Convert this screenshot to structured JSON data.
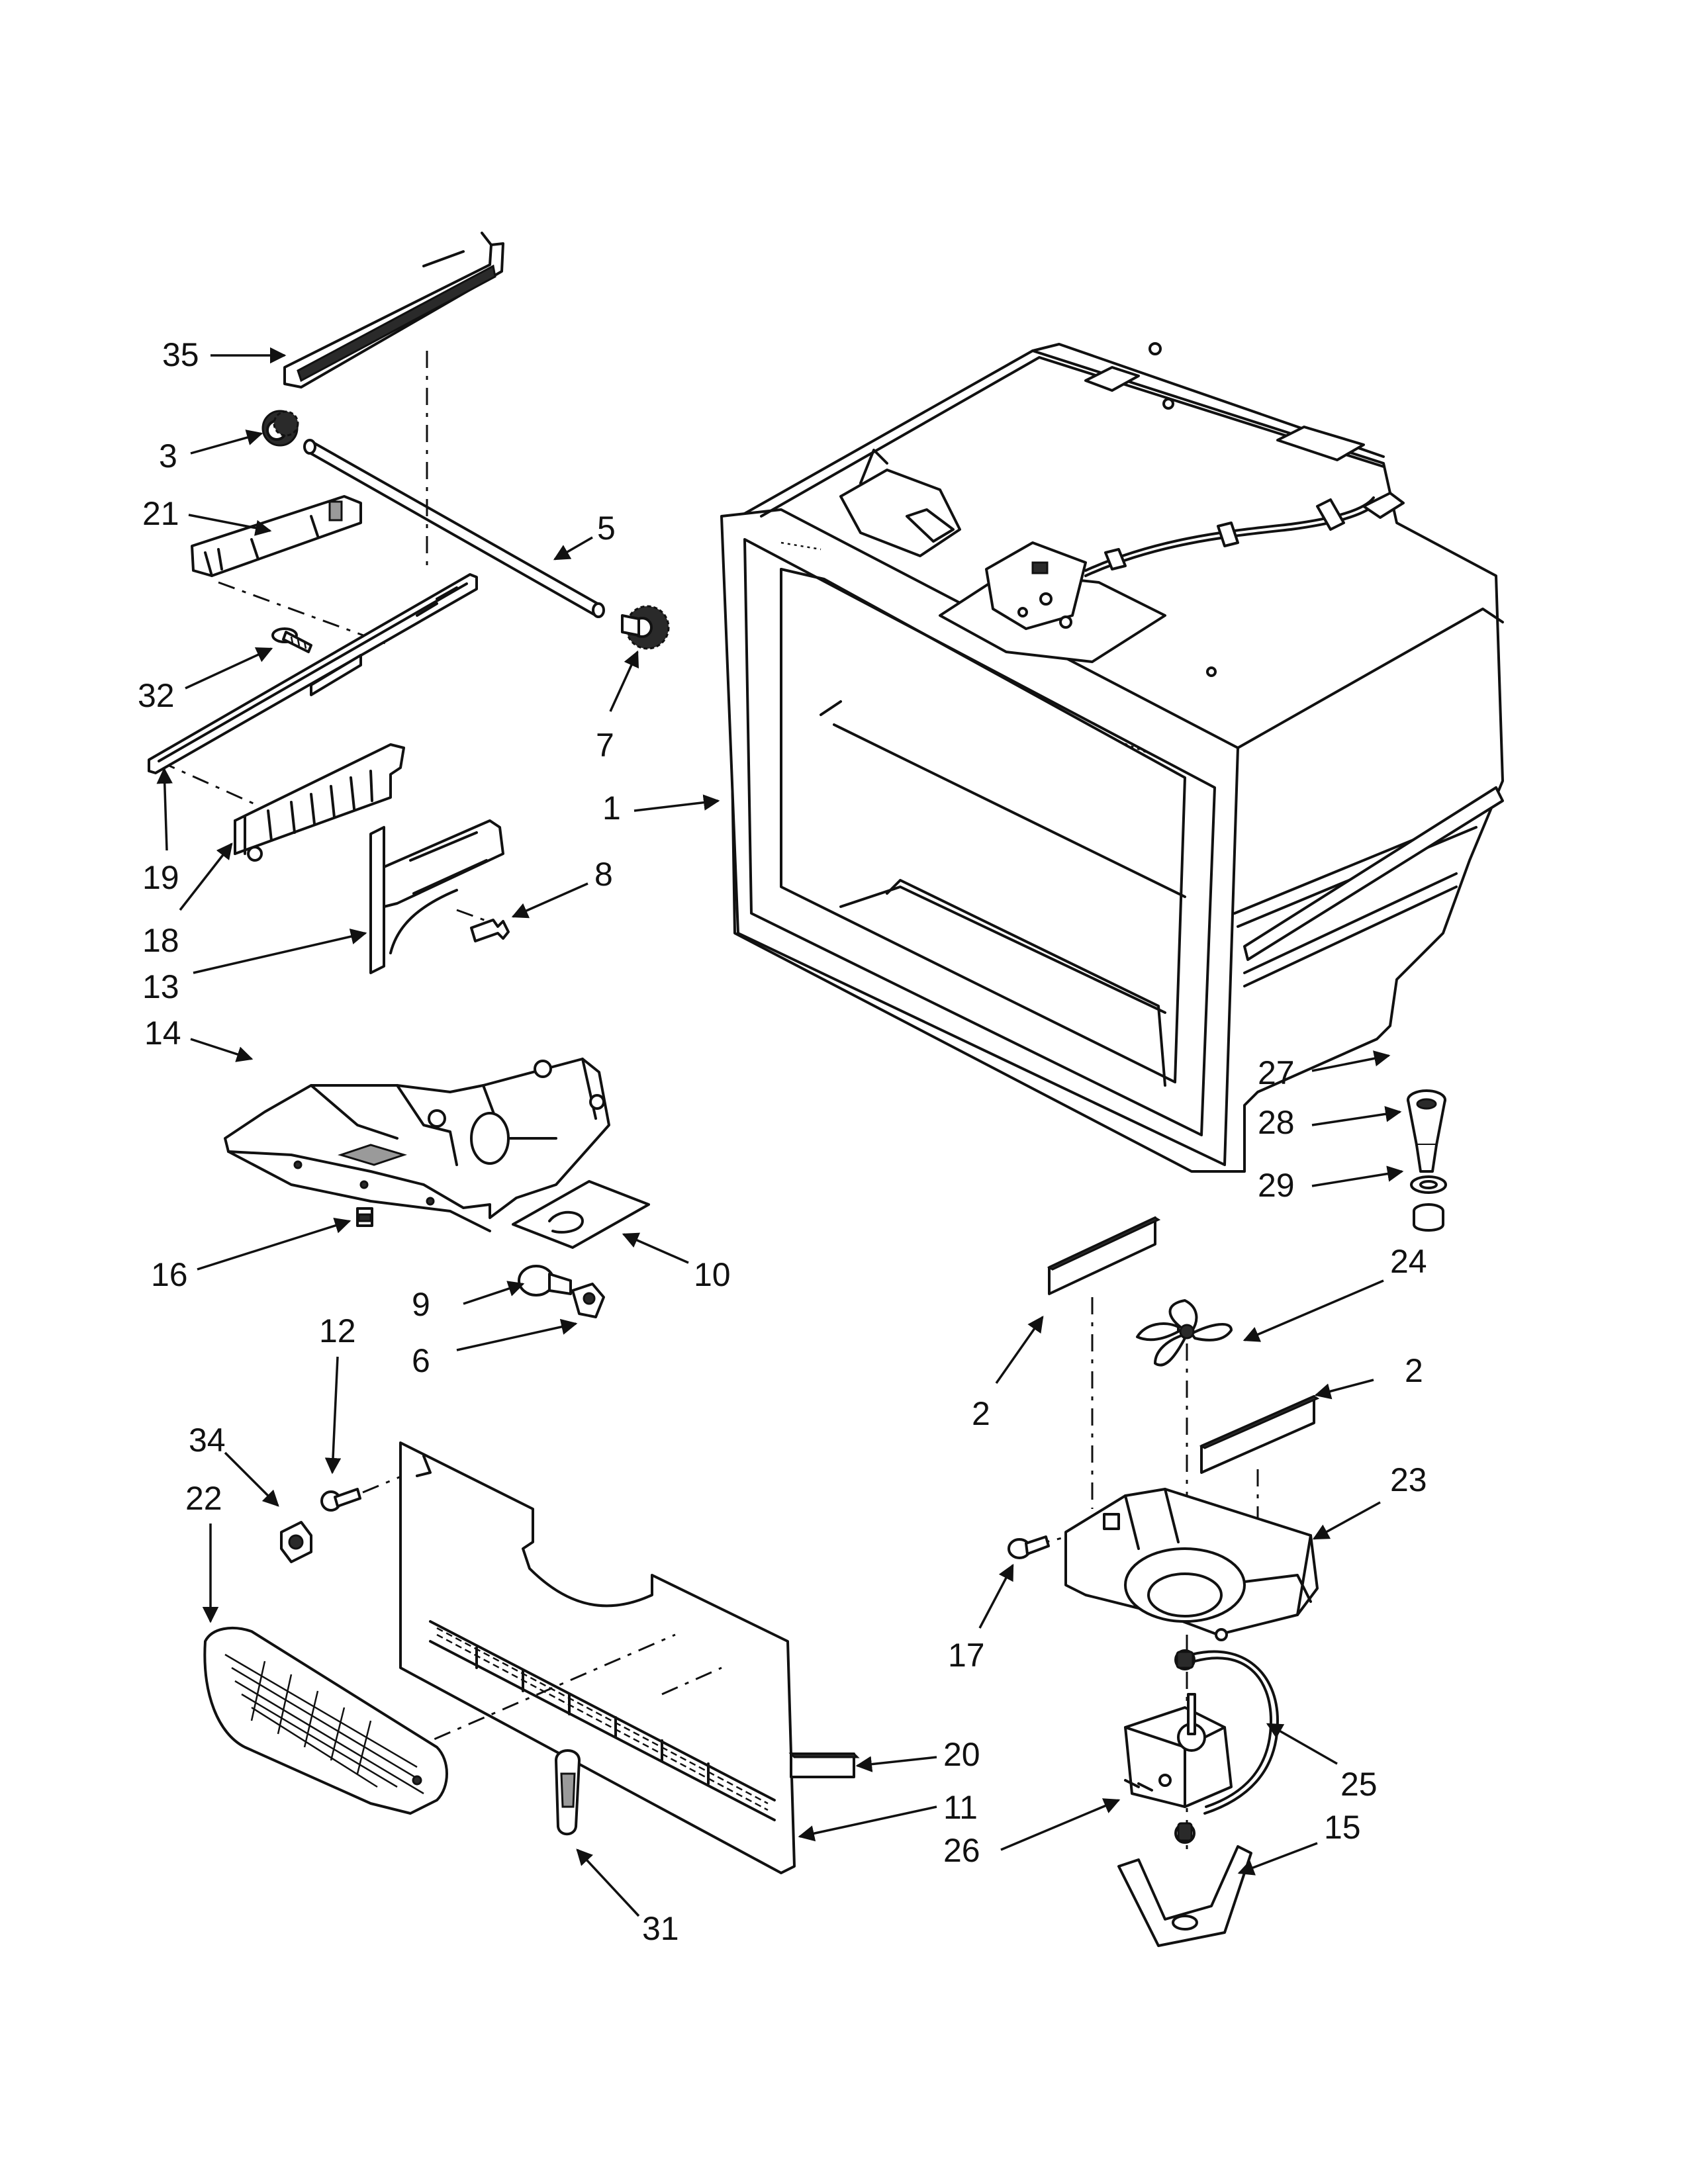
{
  "callouts": [
    {
      "id": "35",
      "label": "35"
    },
    {
      "id": "3",
      "label": "3"
    },
    {
      "id": "21",
      "label": "21"
    },
    {
      "id": "5",
      "label": "5"
    },
    {
      "id": "32",
      "label": "32"
    },
    {
      "id": "7",
      "label": "7"
    },
    {
      "id": "1",
      "label": "1"
    },
    {
      "id": "19",
      "label": "19"
    },
    {
      "id": "8",
      "label": "8"
    },
    {
      "id": "18",
      "label": "18"
    },
    {
      "id": "13",
      "label": "13"
    },
    {
      "id": "14",
      "label": "14"
    },
    {
      "id": "27",
      "label": "27"
    },
    {
      "id": "28",
      "label": "28"
    },
    {
      "id": "29",
      "label": "29"
    },
    {
      "id": "16",
      "label": "16"
    },
    {
      "id": "10",
      "label": "10"
    },
    {
      "id": "24",
      "label": "24"
    },
    {
      "id": "9",
      "label": "9"
    },
    {
      "id": "6",
      "label": "6"
    },
    {
      "id": "12",
      "label": "12"
    },
    {
      "id": "2a",
      "label": "2"
    },
    {
      "id": "2b",
      "label": "2"
    },
    {
      "id": "34",
      "label": "34"
    },
    {
      "id": "22",
      "label": "22"
    },
    {
      "id": "23",
      "label": "23"
    },
    {
      "id": "17",
      "label": "17"
    },
    {
      "id": "20",
      "label": "20"
    },
    {
      "id": "25",
      "label": "25"
    },
    {
      "id": "11",
      "label": "11"
    },
    {
      "id": "26",
      "label": "26"
    },
    {
      "id": "15",
      "label": "15"
    },
    {
      "id": "31",
      "label": "31"
    }
  ]
}
